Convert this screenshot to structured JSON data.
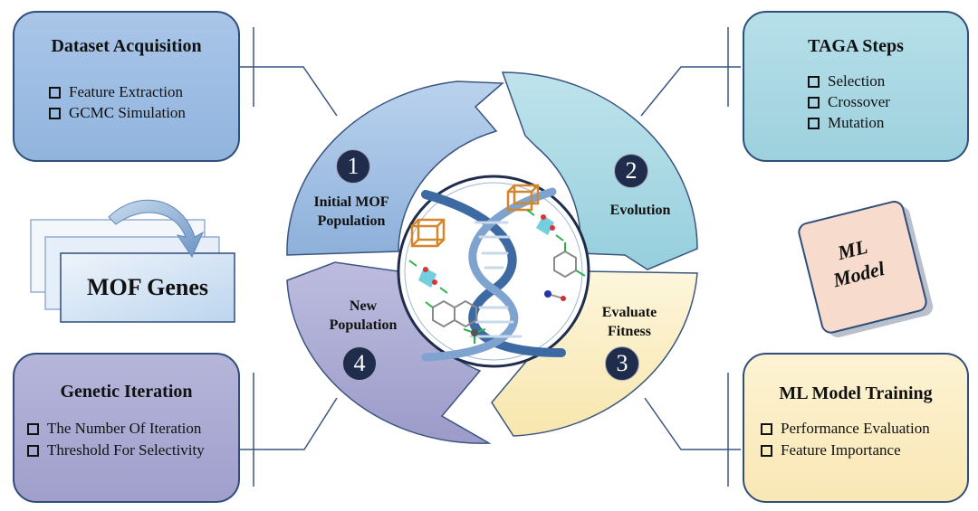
{
  "boxes": {
    "dataset": {
      "title": "Dataset Acquisition",
      "items": [
        "Feature Extraction",
        "GCMC Simulation"
      ]
    },
    "taga": {
      "title": "TAGA Steps",
      "items": [
        "Selection",
        "Crossover",
        "Mutation"
      ]
    },
    "genetic": {
      "title": "Genetic Iteration",
      "items": [
        "The Number Of Iteration",
        "Threshold For Selectivity"
      ]
    },
    "ml_training": {
      "title": "ML Model Training",
      "items": [
        "Performance Evaluation",
        "Feature Importance"
      ]
    }
  },
  "cycle": {
    "step1": {
      "number": "1",
      "line1": "Initial MOF",
      "line2": "Population"
    },
    "step2": {
      "number": "2",
      "line1": "Evolution"
    },
    "step3": {
      "number": "3",
      "line1": "Evaluate",
      "line2": "Fitness"
    },
    "step4": {
      "number": "4",
      "line1": "New",
      "line2": "Population"
    }
  },
  "mof_genes": {
    "label": "MOF Genes"
  },
  "ml_model": {
    "line1": "ML",
    "line2": "Model"
  },
  "colors": {
    "blue": "#9dbce0",
    "teal": "#a6d6e2",
    "yellow": "#fbefc4",
    "purple": "#a9a8d2",
    "pink": "#f7dccd",
    "dark_number": "#1f2c4c",
    "border": "#2f4e7a"
  }
}
